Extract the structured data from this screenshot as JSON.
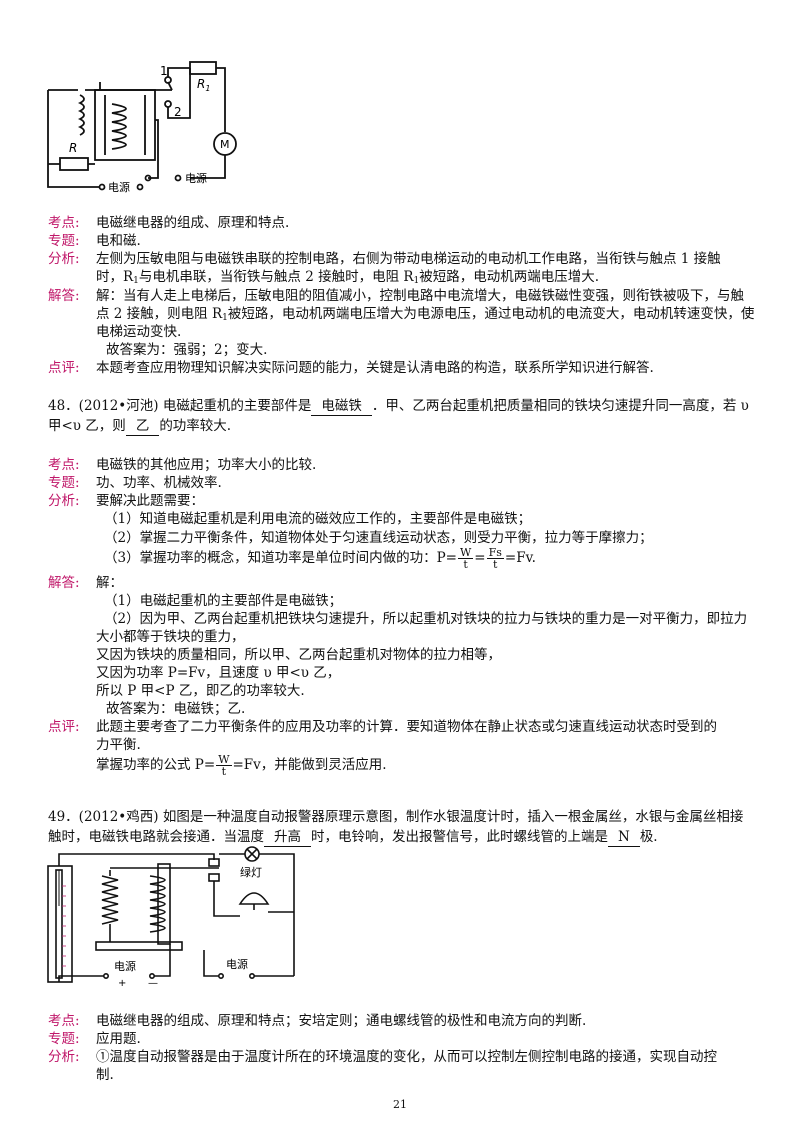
{
  "labels": {
    "kaodian": "考点:",
    "zhuanti": "专题:",
    "fenxi": "分析:",
    "jieda": "解答:",
    "dianping": "点评:"
  },
  "figure1": {
    "r1": "R",
    "r1_sub": "1",
    "r": "R",
    "n1": "1",
    "n2": "2",
    "motor": "M",
    "src1": "电源",
    "src2": "电源"
  },
  "s47": {
    "kaodian": "电磁继电器的组成、原理和特点.",
    "zhuanti": "电和磁.",
    "fenxi": [
      "左侧为压敏电阻与电磁铁串联的控制电路，右侧为带动电梯运动的电动机工作电路，当衔铁与触点 1 接触",
      "时，R",
      "与电机串联，当衔铁与触点 2 接触时，电阻 R",
      "被短路，电动机两端电压增大."
    ],
    "sub1": "1",
    "jieda": [
      "解：当有人走上电梯后，压敏电阻的阻值减小，控制电路中电流增大，电磁铁磁性变强，则衔铁被吸下，与触",
      "点 2 接触，则电阻 R",
      "被短路，电动机两端电压增大为电源电压，通过电动机的电流变大，电动机转速变快，使",
      "电梯运动变快.",
      "故答案为：强弱；2；变大."
    ],
    "dianping": "本题考查应用物理知识解决实际问题的能力，关键是认清电路的构造，联系所学知识进行解答."
  },
  "s48": {
    "q_a": "48．(2012•河池) 电磁起重机的主要部件是",
    "ans1": "电磁铁",
    "q_b": "．甲、乙两台起重机把质量相同的铁块匀速提升同一高度，若 υ",
    "q_c": "甲<υ 乙，则",
    "ans2": "乙",
    "q_d": "的功率较大.",
    "kaodian": "电磁铁的其他应用；功率大小的比较.",
    "zhuanti": "功、功率、机械效率.",
    "fenxi": [
      "要解决此题需要：",
      "（1）知道电磁起重机是利用电流的磁效应工作的，主要部件是电磁铁；",
      "（2）掌握二力平衡条件，知道物体处于匀速直线运动状态，则受力平衡，拉力等于摩擦力；",
      "（3）掌握功率的概念，知道功率是单位时间内做的功：P="
    ],
    "f_w": "W",
    "f_t": "t",
    "f_fs": "Fs",
    "f_t2": "t",
    "f_eq": "=",
    "f_end": "=Fv.",
    "jieda": [
      "解：",
      "（1）电磁起重机的主要部件是电磁铁；",
      "（2）因为甲、乙两台起重机把铁块匀速提升，所以起重机对铁块的拉力与铁块的重力是一对平衡力，即拉力",
      "大小都等于铁块的重力，",
      "又因为铁块的质量相同，所以甲、乙两台起重机对物体的拉力相等，",
      "又因为功率 P=Fv，且速度 υ 甲<υ 乙，",
      "所以 P 甲<P 乙，即乙的功率较大.",
      "故答案为：电磁铁；乙."
    ],
    "dianping": [
      "此题主要考查了二力平衡条件的应用及功率的计算．要知道物体在静止状态或匀速直线运动状态时受到的",
      "力平衡.",
      "掌握功率的公式 P=",
      "=Fv，并能做到灵活应用."
    ],
    "d_w": "W",
    "d_t": "t"
  },
  "s49": {
    "q_a": "49．(2012•鸡西) 如图是一种温度自动报警器原理示意图，制作水银温度计时，插入一根金属丝，水银与金属丝相接",
    "q_b": "触时，电磁铁电路就会接通．当温度",
    "ans1": "升高",
    "q_c": "时，电铃响，发出报警信号，此时螺线管的上端是",
    "ans2": "N",
    "q_d": "极.",
    "kaodian": "电磁继电器的组成、原理和特点；安培定则；通电螺线管的极性和电流方向的判断.",
    "zhuanti": "应用题.",
    "fenxi": [
      "①温度自动报警器是由于温度计所在的环境温度的变化，从而可以控制左侧控制电路的接通，实现自动控",
      "制."
    ]
  },
  "figure2": {
    "green_lamp": "绿灯",
    "src1": "电源",
    "src2": "电源",
    "plus": "+",
    "minus": "—"
  },
  "page_number": "21"
}
